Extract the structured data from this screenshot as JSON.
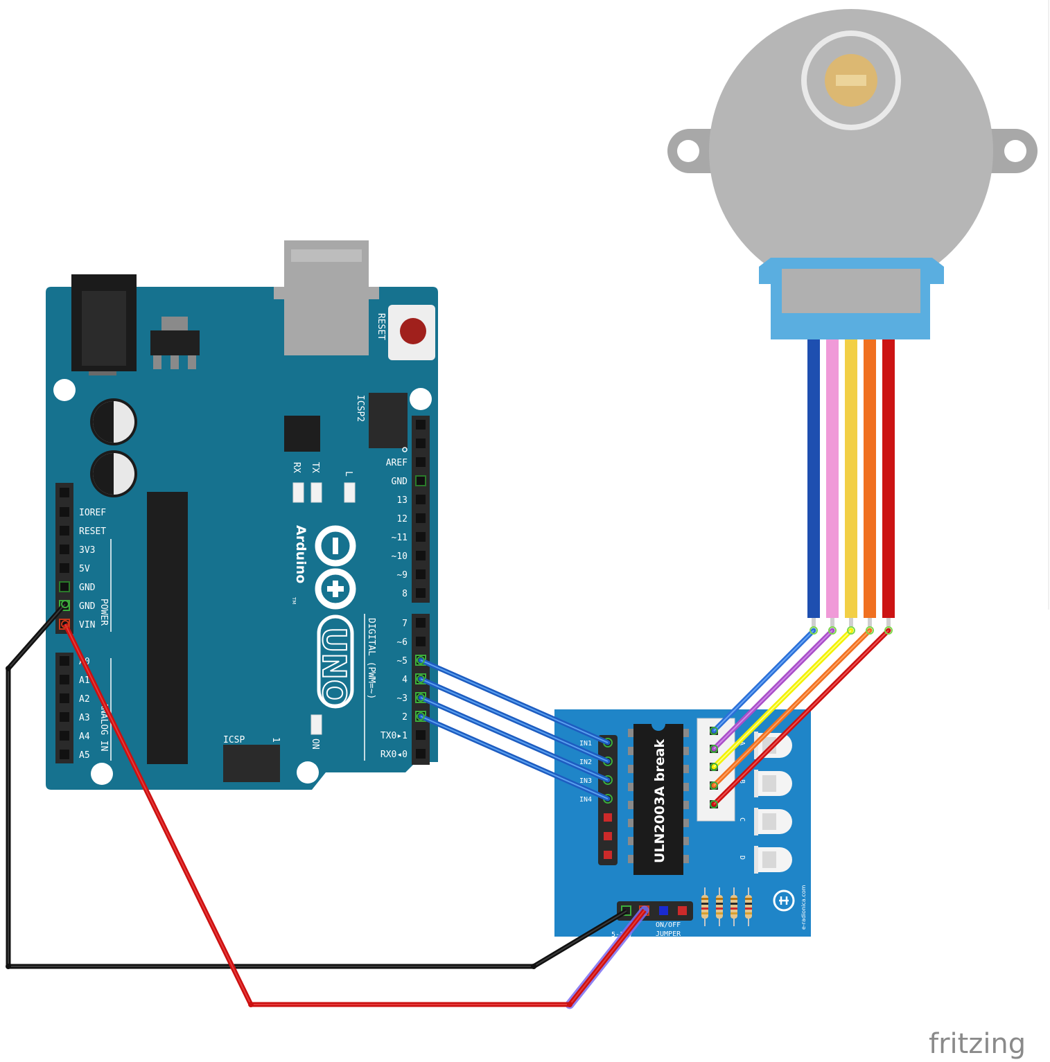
{
  "arduino": {
    "reset": "RESET",
    "icsp2": "ICSP2",
    "icsp": "ICSP",
    "icsp_one": "1",
    "rx": "RX",
    "tx": "TX",
    "l": "L",
    "on": "ON",
    "brand": "Arduino",
    "tm": "TM",
    "model": "UNO",
    "power": "POWER",
    "analog": "ANALOG IN",
    "digital": "DIGITAL (PWM=~)",
    "left_pins": [
      "IOREF",
      "RESET",
      "3V3",
      "5V",
      "GND",
      "GND",
      "VIN"
    ],
    "analog_pins": [
      "A0",
      "A1",
      "A2",
      "A3",
      "A4",
      "A5"
    ],
    "top_right_pins": [
      "AREF",
      "GND",
      "13",
      "12",
      "~11",
      "~10",
      "~9",
      "8"
    ],
    "digital_pins": [
      "7",
      "~6",
      "~5",
      "4",
      "~3",
      "2",
      "TX0▸1",
      "RX0◂0"
    ]
  },
  "driver": {
    "chip": "ULN2003A break",
    "inputs": [
      "IN1",
      "IN2",
      "IN3",
      "IN4"
    ],
    "leds": [
      "A",
      "B",
      "C",
      "D"
    ],
    "power_label": "5-12V",
    "jumper": [
      "ON/OFF",
      "JUMPER"
    ],
    "vendor": "e-radionica.com"
  },
  "motor": {
    "wire_colors": [
      "#1e4fb0",
      "#f09ad8",
      "#f2cf45",
      "#f07020",
      "#cc1414"
    ]
  },
  "footer": {
    "brand": "fritzing"
  },
  "colors": {
    "board": "#16728f",
    "driver_board": "#1f85c8",
    "motor_body": "#b6b6b6",
    "wire_black": "#111111",
    "wire_red": "#cc1010",
    "wire_blue": "#3a7fd8"
  }
}
